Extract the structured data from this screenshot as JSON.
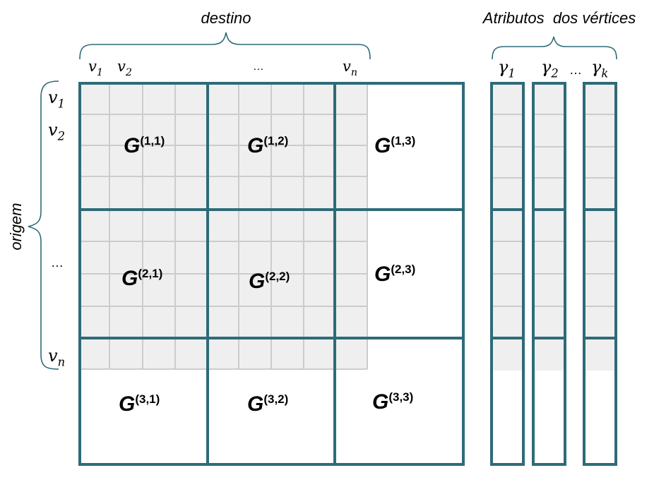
{
  "labels": {
    "destino": "destino",
    "origem": "origem",
    "atributos": "Atributos  dos vértices"
  },
  "dest_vertices": [
    {
      "var": "v",
      "sub": "1"
    },
    {
      "var": "v",
      "sub": "2"
    },
    {
      "var": "…",
      "sub": ""
    },
    {
      "var": "v",
      "sub": "n"
    }
  ],
  "orig_vertices": [
    {
      "var": "v",
      "sub": "1"
    },
    {
      "var": "v",
      "sub": "2"
    },
    {
      "var": "…",
      "sub": ""
    },
    {
      "var": "v",
      "sub": "n"
    }
  ],
  "attributes": [
    {
      "var": "γ",
      "sub": "1"
    },
    {
      "var": "γ",
      "sub": "2"
    },
    {
      "var": "…",
      "sub": ""
    },
    {
      "var": "γ",
      "sub": "k"
    }
  ],
  "blocks": [
    {
      "letter": "G",
      "sup": "(1,1)"
    },
    {
      "letter": "G",
      "sup": "(1,2)"
    },
    {
      "letter": "G",
      "sup": "(1,3)"
    },
    {
      "letter": "G",
      "sup": "(2,1)"
    },
    {
      "letter": "G",
      "sup": "(2,2)"
    },
    {
      "letter": "G",
      "sup": "(2,3)"
    },
    {
      "letter": "G",
      "sup": "(3,1)"
    },
    {
      "letter": "G",
      "sup": "(3,2)"
    },
    {
      "letter": "G",
      "sup": "(3,3)"
    }
  ],
  "colors": {
    "border": "#2e6b78",
    "grid": "#cccccc",
    "cell_fill": "#efefef"
  }
}
